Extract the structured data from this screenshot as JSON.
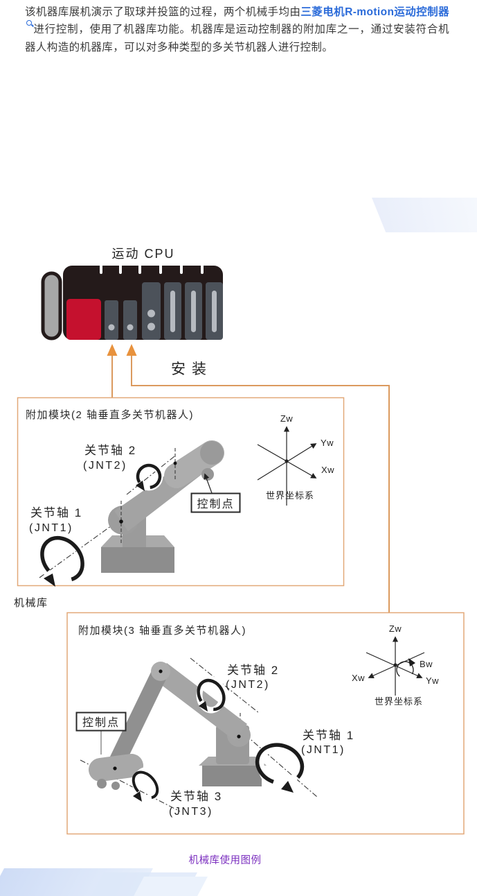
{
  "intro": {
    "text_before": "该机器库展机演示了取球并投篮的过程，两个机械手均由",
    "link_text": "三菱电机R-motion运动控制器",
    "text_after": "进行控制，使用了机器库功能。机器库是运动控制器的附加库之一，通过安装符合机器人构造的机器库，可以对多种类型的多关节机器人进行控制。"
  },
  "diagram": {
    "cpu_title": "运动 CPU",
    "install_label": "安装",
    "library_label": "机械库",
    "caption": "机械库使用图例",
    "box1": {
      "title": "附加模块(2 轴垂直多关节机器人)",
      "joint2": {
        "name": "关节轴 2",
        "code": "(JNT2)"
      },
      "joint1": {
        "name": "关节轴 1",
        "code": "(JNT1)"
      },
      "control_point": "控制点",
      "axes": {
        "z": "Zw",
        "y": "Yw",
        "x": "Xw",
        "caption": "世界坐标系"
      }
    },
    "box2": {
      "title": "附加模块(3 轴垂直多关节机器人)",
      "joint2": {
        "name": "关节轴 2",
        "code": "(JNT2)"
      },
      "joint1": {
        "name": "关节轴 1",
        "code": "(JNT1)"
      },
      "joint3": {
        "name": "关节轴 3",
        "code": "(JNT3)"
      },
      "control_point": "控制点",
      "axes": {
        "z": "Zw",
        "y": "Yw",
        "x": "Xw",
        "b": "Bw",
        "caption": "世界坐标系"
      }
    },
    "colors": {
      "link_blue": "#2b6bd9",
      "caption_purple": "#7b2fbf",
      "connector_orange": "#db9a5e",
      "arrow_orange": "#e8923d",
      "box_border": "#e2a878",
      "cpu_red": "#c5112e",
      "robot_gray": "#a0a0a0"
    }
  }
}
